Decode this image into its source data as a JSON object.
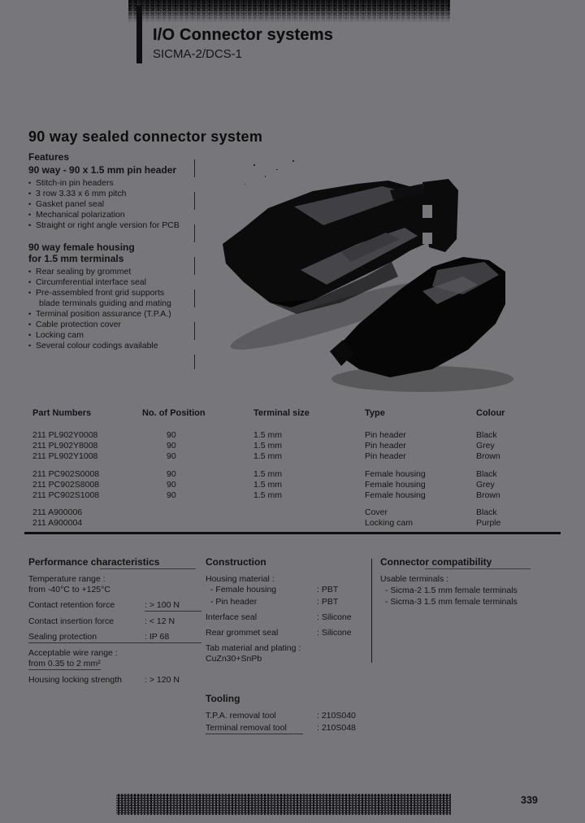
{
  "header": {
    "title": "I/O Connector systems",
    "subtitle": "SICMA-2/DCS-1"
  },
  "page_title": "90 way sealed connector system",
  "features": {
    "heading": "Features",
    "groups": [
      {
        "title_lines": [
          "90 way - 90 x 1.5 mm pin header"
        ],
        "items": [
          "Stitch-in pin headers",
          "3 row 3.33 x 6 mm pitch",
          "Gasket panel seal",
          "Mechanical polarization",
          "Straight or right angle version for PCB"
        ]
      },
      {
        "title_lines": [
          "90 way female housing",
          "for 1.5 mm terminals"
        ],
        "items": [
          "Rear sealing by grommet",
          "Circumferential interface seal",
          "Pre-assembled front grid supports",
          "blade terminals guiding and mating",
          "Terminal position assurance (T.P.A.)",
          "Cable protection cover",
          "Locking cam",
          "Several colour codings available"
        ]
      }
    ]
  },
  "table": {
    "headers": [
      "Part Numbers",
      "No. of Position",
      "Terminal size",
      "Type",
      "Colour"
    ],
    "rows": [
      {
        "part": "211 PL902Y0008",
        "positions": "90",
        "terminal": "1.5 mm",
        "type": "Pin header",
        "colour": "Black"
      },
      {
        "part": "211 PL902Y8008",
        "positions": "90",
        "terminal": "1.5 mm",
        "type": "Pin header",
        "colour": "Grey"
      },
      {
        "part": "211 PL902Y1008",
        "positions": "90",
        "terminal": "1.5 mm",
        "type": "Pin header",
        "colour": "Brown"
      },
      {
        "part": "211 PC902S0008",
        "positions": "90",
        "terminal": "1.5 mm",
        "type": "Female housing",
        "colour": "Black"
      },
      {
        "part": "211 PC902S8008",
        "positions": "90",
        "terminal": "1.5 mm",
        "type": "Female housing",
        "colour": "Grey"
      },
      {
        "part": "211 PC902S1008",
        "positions": "90",
        "terminal": "1.5 mm",
        "type": "Female housing",
        "colour": "Brown"
      },
      {
        "part": "211 A900006",
        "positions": "",
        "terminal": "",
        "type": "Cover",
        "colour": "Black"
      },
      {
        "part": "211 A900004",
        "positions": "",
        "terminal": "",
        "type": "Locking cam",
        "colour": "Purple"
      }
    ]
  },
  "performance": {
    "heading": "Performance characteristics",
    "items": [
      {
        "label": "Temperature range :",
        "label2": "from -40°C to +125°C",
        "value": ""
      },
      {
        "label": "Contact retention force",
        "value": ": > 100 N"
      },
      {
        "label": "Contact insertion force",
        "value": ": < 12 N"
      },
      {
        "label": "Sealing protection",
        "value": ": IP 68"
      },
      {
        "label": "Acceptable wire range :",
        "label2": "from 0.35 to 2 mm²",
        "value": ""
      },
      {
        "label": "Housing locking strength",
        "value": ": > 120 N"
      }
    ]
  },
  "construction": {
    "heading": "Construction",
    "items": [
      {
        "label": "Housing material :",
        "value": ""
      },
      {
        "label": "- Female housing",
        "value": ": PBT"
      },
      {
        "label": "- Pin header",
        "value": ": PBT"
      },
      {
        "label": "Interface seal",
        "value": ": Silicone"
      },
      {
        "label": "Rear grommet seal",
        "value": ": Silicone"
      },
      {
        "label": "Tab material and plating :",
        "value": ""
      },
      {
        "label": "CuZn30+SnPb",
        "value": ""
      }
    ]
  },
  "compatibility": {
    "heading": "Connector compatibility",
    "items": [
      "Usable terminals :",
      "- Sicma-2 1.5 mm female terminals",
      "- Sicma-3 1.5 mm female terminals"
    ]
  },
  "tooling": {
    "heading": "Tooling",
    "items": [
      {
        "label": "T.P.A. removal tool",
        "value": ": 210S040"
      },
      {
        "label": "Terminal removal tool",
        "value": ": 210S048"
      }
    ]
  },
  "page_number": "339",
  "colors": {
    "page_bg": "#77777b",
    "ink": "#131313"
  }
}
